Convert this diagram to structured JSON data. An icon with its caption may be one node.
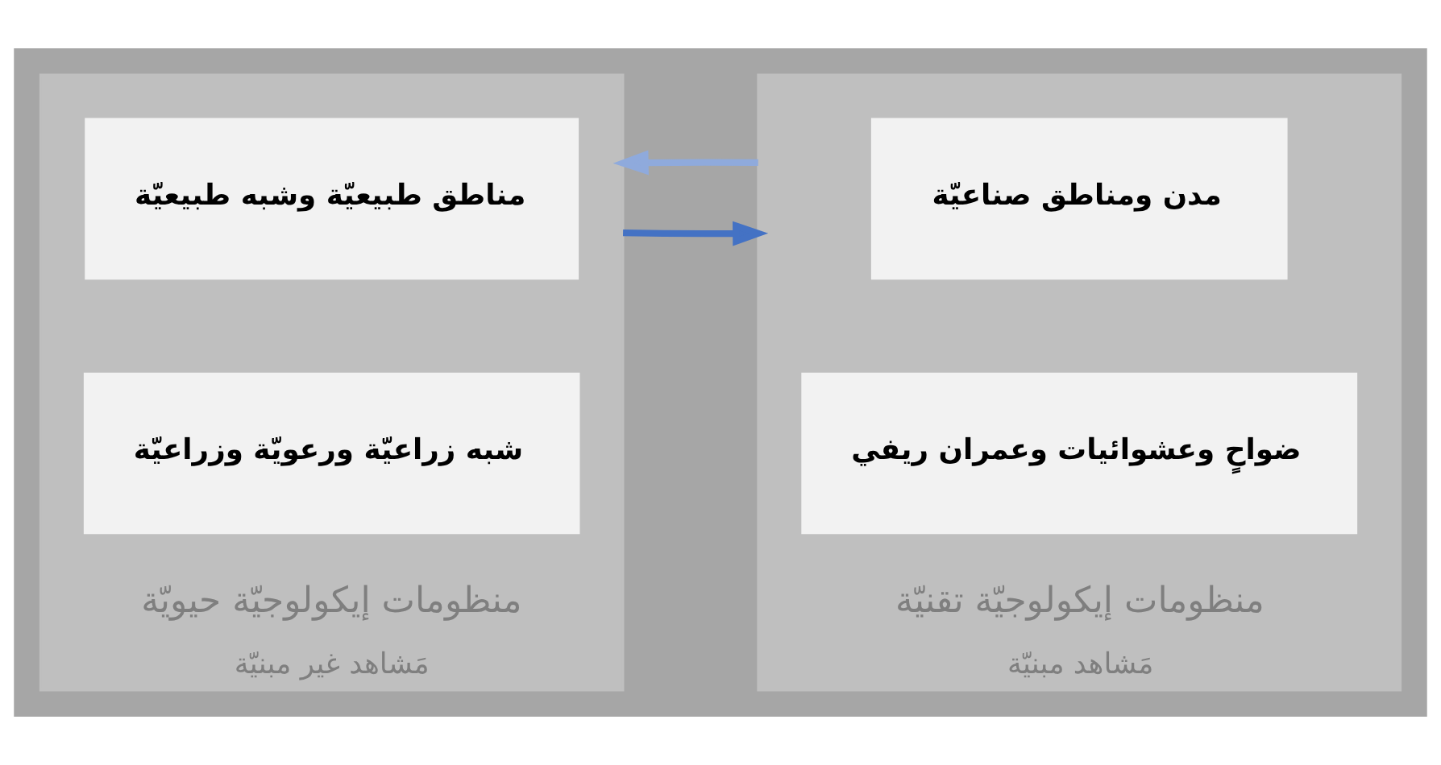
{
  "diagram": {
    "nodes": [
      {
        "text": [
          "منظومات إيكولوجيّة تقنيّة",
          "مَشاهد مبنيّة"
        ]
      },
      {
        "text": [
          "مدن ومناطق صناعيّة"
        ],
        "in": 0
      },
      {
        "text": [
          "ضواحٍ وعشوائيات وعمران ريفي"
        ],
        "in": 0
      },
      {
        "text": [
          "منظومات إيكولوجيّة حيويّة",
          "مَشاهد غير مبنيّة"
        ]
      },
      {
        "text": [
          "مناطق طبيعيّة وشبه طبيعيّة"
        ],
        "in": 3
      },
      {
        "text": [
          "شبه زراعيّة ورعويّة وزراعيّة"
        ],
        "in": 3
      }
    ],
    "edges": [
      {
        "from": 0,
        "to": 3,
        "arrow": "to",
        "color": "#8faadc"
      },
      {
        "from": 3,
        "to": 0,
        "arrow": "to",
        "color": "#4472c4"
      }
    ]
  }
}
